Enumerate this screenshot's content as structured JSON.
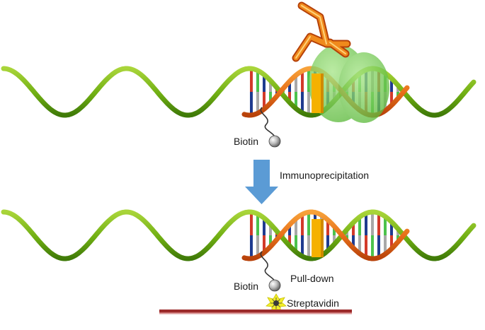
{
  "labels": {
    "biotin_top": "Biotin",
    "step_arrow": "Immunoprecipitation",
    "biotin_bottom": "Biotin",
    "pulldown": "Pull-down",
    "streptavidin": "Streptavidin"
  },
  "colors": {
    "strand_green": "#7cb518",
    "strand_green_dark": "#4f8a0b",
    "strand_orange": "#e8701a",
    "strand_orange_dark": "#c24a0c",
    "rung_red": "#d23a2a",
    "rung_green": "#4cc24c",
    "rung_navy": "#1f3b8f",
    "rung_grey": "#a8a8a8",
    "protein_green": "#79cf58",
    "antibody_orange": "#f08a1c",
    "marker_yellow": "#f5b100",
    "arrow_blue": "#5b9bd5",
    "surface": "#9b2a2a",
    "streptavidin_yellow": "#f2ee2a"
  },
  "icons": {
    "protein": "protein-blob-icon",
    "antibody": "antibody-icon",
    "biotin": "biotin-bead-icon",
    "streptavidin": "streptavidin-star-icon"
  }
}
